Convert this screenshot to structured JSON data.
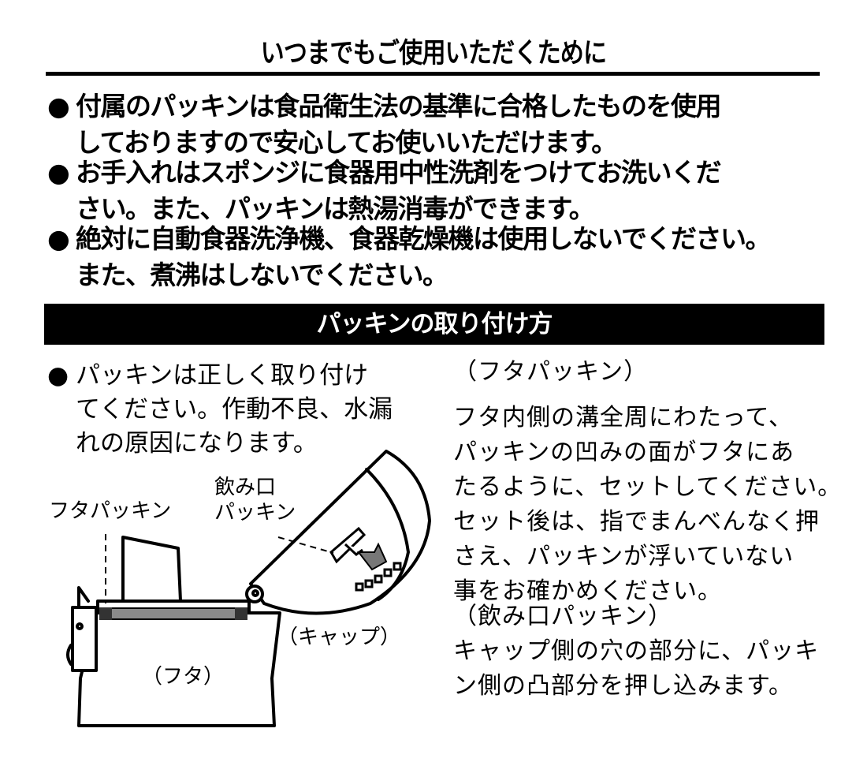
{
  "title": "いつまでもご使用いただくために",
  "notes": [
    {
      "bullet": "●",
      "lines": [
        "付属のパッキンは食品衛生法の基準に合格したものを使用",
        "しておりますので安心してお使いいただけます。"
      ]
    },
    {
      "bullet": "●",
      "lines": [
        "お手入れはスポンジに食器用中性洗剤をつけてお洗いくだ",
        "さい。また、パッキンは熱湯消毒ができます。"
      ]
    },
    {
      "bullet": "●",
      "lines": [
        "絶対に自動食器洗浄機、食器乾燥機は使用しないでください。",
        "また、煮沸はしないでください。"
      ]
    }
  ],
  "section_header": "パッキンの取り付け方",
  "install_note": {
    "bullet": "●",
    "lines": [
      "パッキンは正しく取り付け",
      "てください。作動不良、水漏",
      "れの原因になります。"
    ]
  },
  "diagram": {
    "labels": {
      "lid_gasket": "フタパッキン",
      "spout_gasket_line1": "飲み口",
      "spout_gasket_line2": "パッキン",
      "cap": "（キャップ）",
      "lid": "（フタ）"
    },
    "colors": {
      "line": "#000000",
      "gasket_fill": "#8a8a8a"
    }
  },
  "lid_gasket_section": {
    "heading": "（フタパッキン）",
    "lines": [
      "フタ内側の溝全周にわたって、",
      "パッキンの凹みの面がフタにあ",
      "たるように、セットしてください。",
      "セット後は、指でまんべんなく押",
      "さえ、パッキンが浮いていない",
      "事をお確かめください。"
    ]
  },
  "spout_gasket_section": {
    "heading": "（飲み口パッキン）",
    "lines": [
      "キャップ側の穴の部分に、パッキ",
      "ン側の凸部分を押し込みます。"
    ]
  }
}
